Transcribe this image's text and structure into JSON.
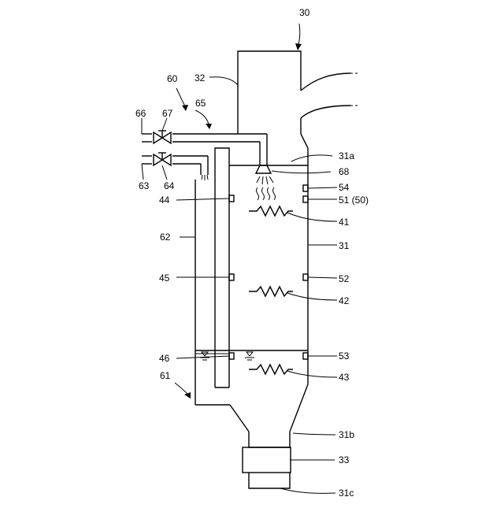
{
  "labels": {
    "l30": "30",
    "l32": "32",
    "l60": "60",
    "l65": "65",
    "l66": "66",
    "l67": "67",
    "l63": "63",
    "l64": "64",
    "l31a": "31a",
    "l68": "68",
    "l54": "54",
    "l51": "51 (50)",
    "l44": "44",
    "l41": "41",
    "l62": "62",
    "l31": "31",
    "l45": "45",
    "l52": "52",
    "l42": "42",
    "l46": "46",
    "l53": "53",
    "l61": "61",
    "l43": "43",
    "l31b": "31b",
    "l33": "33",
    "l31c": "31c"
  },
  "icons": [
    "valve-icon",
    "spray-nozzle-icon",
    "heater-coil-icon",
    "sensor-icon",
    "liquid-level-icon",
    "vapor-wave-icon"
  ]
}
